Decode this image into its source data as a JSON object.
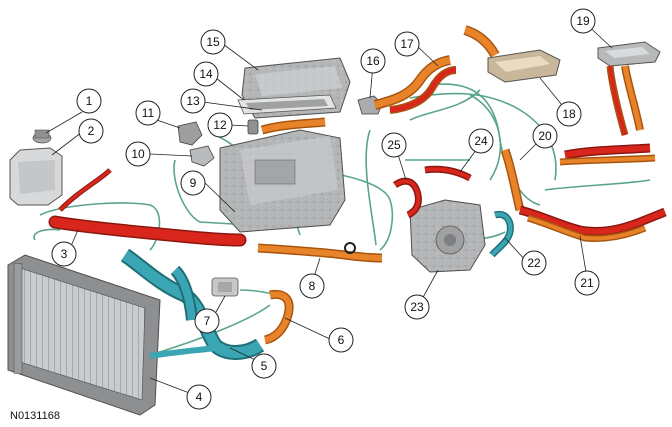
{
  "diagram": {
    "reference_code": "N0131168",
    "callouts": [
      "1",
      "2",
      "3",
      "4",
      "5",
      "6",
      "7",
      "8",
      "9",
      "10",
      "11",
      "12",
      "13",
      "14",
      "15",
      "16",
      "17",
      "18",
      "19",
      "20",
      "21",
      "22",
      "23",
      "24",
      "25"
    ]
  },
  "colors": {
    "hot_hose": "#d8261c",
    "hot_hose_dark": "#8c1710",
    "warm_hose": "#e8832a",
    "warm_hose_dark": "#a85510",
    "cold_hose": "#3aa6b4",
    "cold_hose_dark": "#1f6e78",
    "coolant_line": "#5aa58a",
    "component_gray": "#a7a9ab",
    "component_dark": "#6d6f71",
    "callout_stroke": "#222222"
  },
  "icons": [
    "radiator-icon",
    "engine-block-icon",
    "transmission-icon",
    "heater-core-icon",
    "degas-bottle-icon"
  ]
}
